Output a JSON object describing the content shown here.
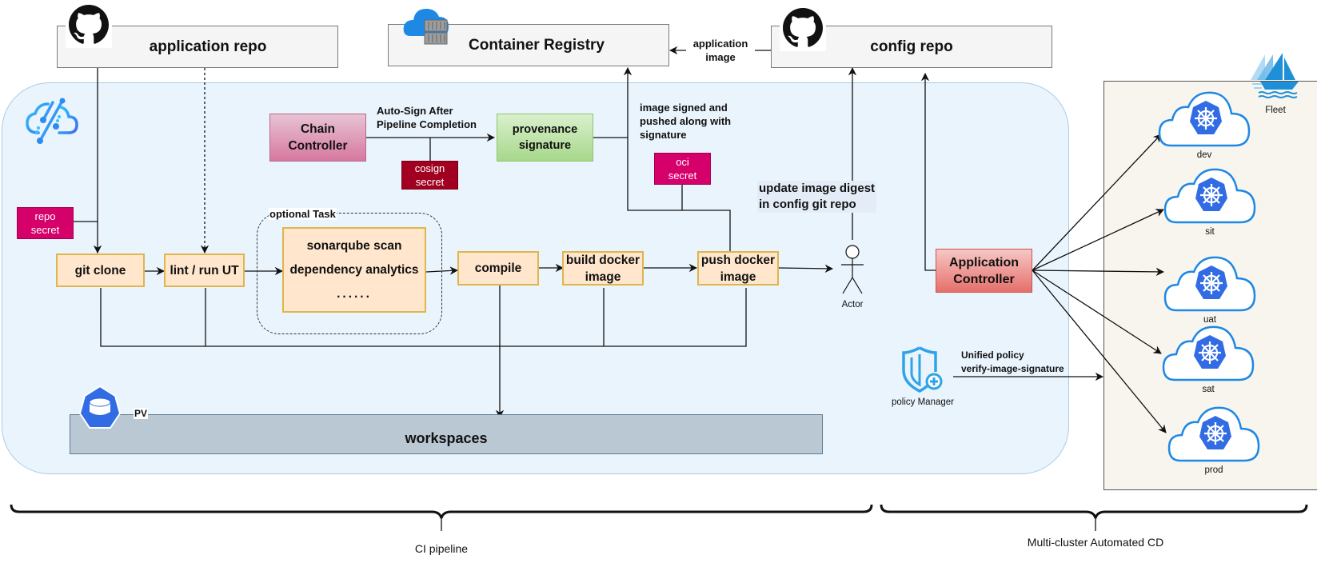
{
  "repos": {
    "application_repo": "application repo",
    "container_registry": "Container Registry",
    "config_repo": "config repo"
  },
  "icons": {
    "github": "github-icon",
    "cloud_registry": "cloud-container-registry-icon",
    "tekton": "tekton-cloud-icon",
    "kubernetes": "kubernetes-helm-icon",
    "fleet": "fleet-sailboat-icon",
    "policy": "policy-shield-icon",
    "pv": "persistent-volume-icon",
    "actor": "actor-stick-figure-icon"
  },
  "edge_labels": {
    "application_image": "application\nimage",
    "auto_sign": "Auto-Sign After\nPipeline Completion",
    "image_signed": "image signed and\npushed along with\nsignature",
    "update_digest": "update image digest\nin config git repo",
    "unified_policy": "Unified policy\nverify-image-signature"
  },
  "controllers": {
    "chain": "Chain\nController",
    "provenance": "provenance\n\nsignature",
    "application": "Application\nController"
  },
  "secrets": {
    "repo": "repo\nsecret",
    "cosign": "cosign\nsecret",
    "oci": "oci\nsecret"
  },
  "tasks": {
    "git_clone": "git clone",
    "lint": "lint / run UT",
    "optional_label": "optional Task",
    "optional_items": [
      "sonarqube scan",
      "dependency analytics",
      "......"
    ],
    "compile": "compile",
    "build": "build docker\nimage",
    "push": "push docker\nimage"
  },
  "actor": "Actor",
  "workspace": {
    "pv_label": "PV",
    "label": "workspaces"
  },
  "policy_manager": "policy Manager",
  "fleet": {
    "label": "Fleet",
    "clusters": [
      "dev",
      "sit",
      "uat",
      "sat",
      "prod"
    ]
  },
  "sections": {
    "ci": "CI pipeline",
    "cd": "Multi-cluster Automated CD"
  },
  "colors": {
    "ci_background": "#eaf4fd",
    "task_fill": "#ffe6cc",
    "task_border": "#e0b54c",
    "secret_pink": "#d6006b",
    "secret_dark": "#a10020",
    "chain_controller": "#dc8fb0",
    "provenance": "#b9e0a5",
    "app_controller": "#ea6b66",
    "k8s_blue": "#326ce5",
    "fleet_bg": "#f7f5ee"
  }
}
